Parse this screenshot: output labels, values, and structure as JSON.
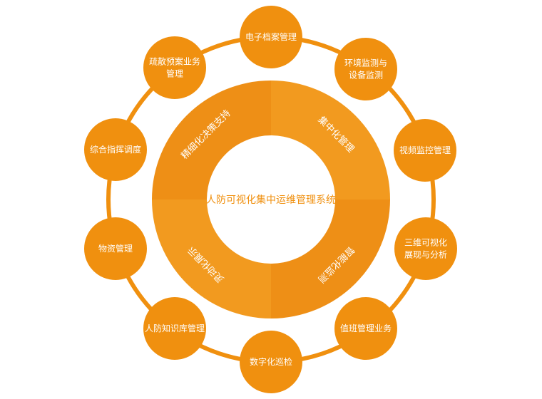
{
  "center": {
    "title": "人防可视化集中运维管理系统"
  },
  "ring_segments": [
    {
      "label": "精细化决策支持"
    },
    {
      "label": "集中化管理"
    },
    {
      "label": "智能化监测"
    },
    {
      "label": "灵动化展示"
    }
  ],
  "modules": [
    {
      "lines": [
        "电子档案管理"
      ]
    },
    {
      "lines": [
        "环境监测与",
        "设备监测"
      ]
    },
    {
      "lines": [
        "视频监控管理"
      ]
    },
    {
      "lines": [
        "三维可视化",
        "展现与分析"
      ]
    },
    {
      "lines": [
        "值班管理业务"
      ]
    },
    {
      "lines": [
        "数字化巡检"
      ]
    },
    {
      "lines": [
        "人防知识库管理"
      ]
    },
    {
      "lines": [
        "物资管理"
      ]
    },
    {
      "lines": [
        "综合指挥调度"
      ]
    },
    {
      "lines": [
        "疏散预案业务",
        "管理"
      ]
    }
  ],
  "colors": {
    "ring_dark": "#ee8f16",
    "ring_light": "#f29a1f",
    "node_fill": "#f0900f",
    "orbit": "#f0900f",
    "center_text": "#f0900f",
    "label_text": "#ffffff"
  }
}
